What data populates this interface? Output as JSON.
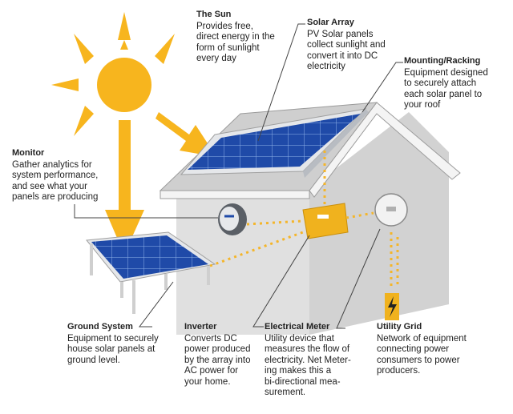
{
  "labels": {
    "sun": {
      "title": "The Sun",
      "desc": "Provides free,\ndirect energy in the\nform of sunlight\nevery day"
    },
    "solar_array": {
      "title": "Solar Array",
      "desc": "PV Solar panels\ncollect  sunlight and\nconvert it into DC\nelectricity"
    },
    "mounting": {
      "title": "Mounting/Racking",
      "desc": "Equipment designed\nto securely attach\neach solar panel to\nyour roof"
    },
    "monitor": {
      "title": "Monitor",
      "desc": "Gather analytics for\nsystem performance,\nand see what your\npanels are producing"
    },
    "ground_system": {
      "title": "Ground System",
      "desc": "Equipment to securely\nhouse solar panels at\nground level."
    },
    "inverter": {
      "title": "Inverter",
      "desc": "Converts DC\npower produced\nby the array into\nAC power for\nyour home."
    },
    "electrical_meter": {
      "title": "Electrical Meter",
      "desc": "Utility device that\nmeasures the flow of\nelectricity. Net Meter-\ning makes this a\nbi-directional mea-\nsurement."
    },
    "utility_grid": {
      "title": "Utility Grid",
      "desc": "Network of equipment\nconnecting power\nconsumers to power\nproducers."
    }
  },
  "colors": {
    "sun": "#f7b51e",
    "panel_blue": "#1f4aa8",
    "panel_frame": "#d9dde3",
    "house_wall": "#dedede",
    "roof_edge": "#f2f2f2",
    "inverter": "#f0b21e",
    "dotted_wire": "#f4b52a"
  }
}
